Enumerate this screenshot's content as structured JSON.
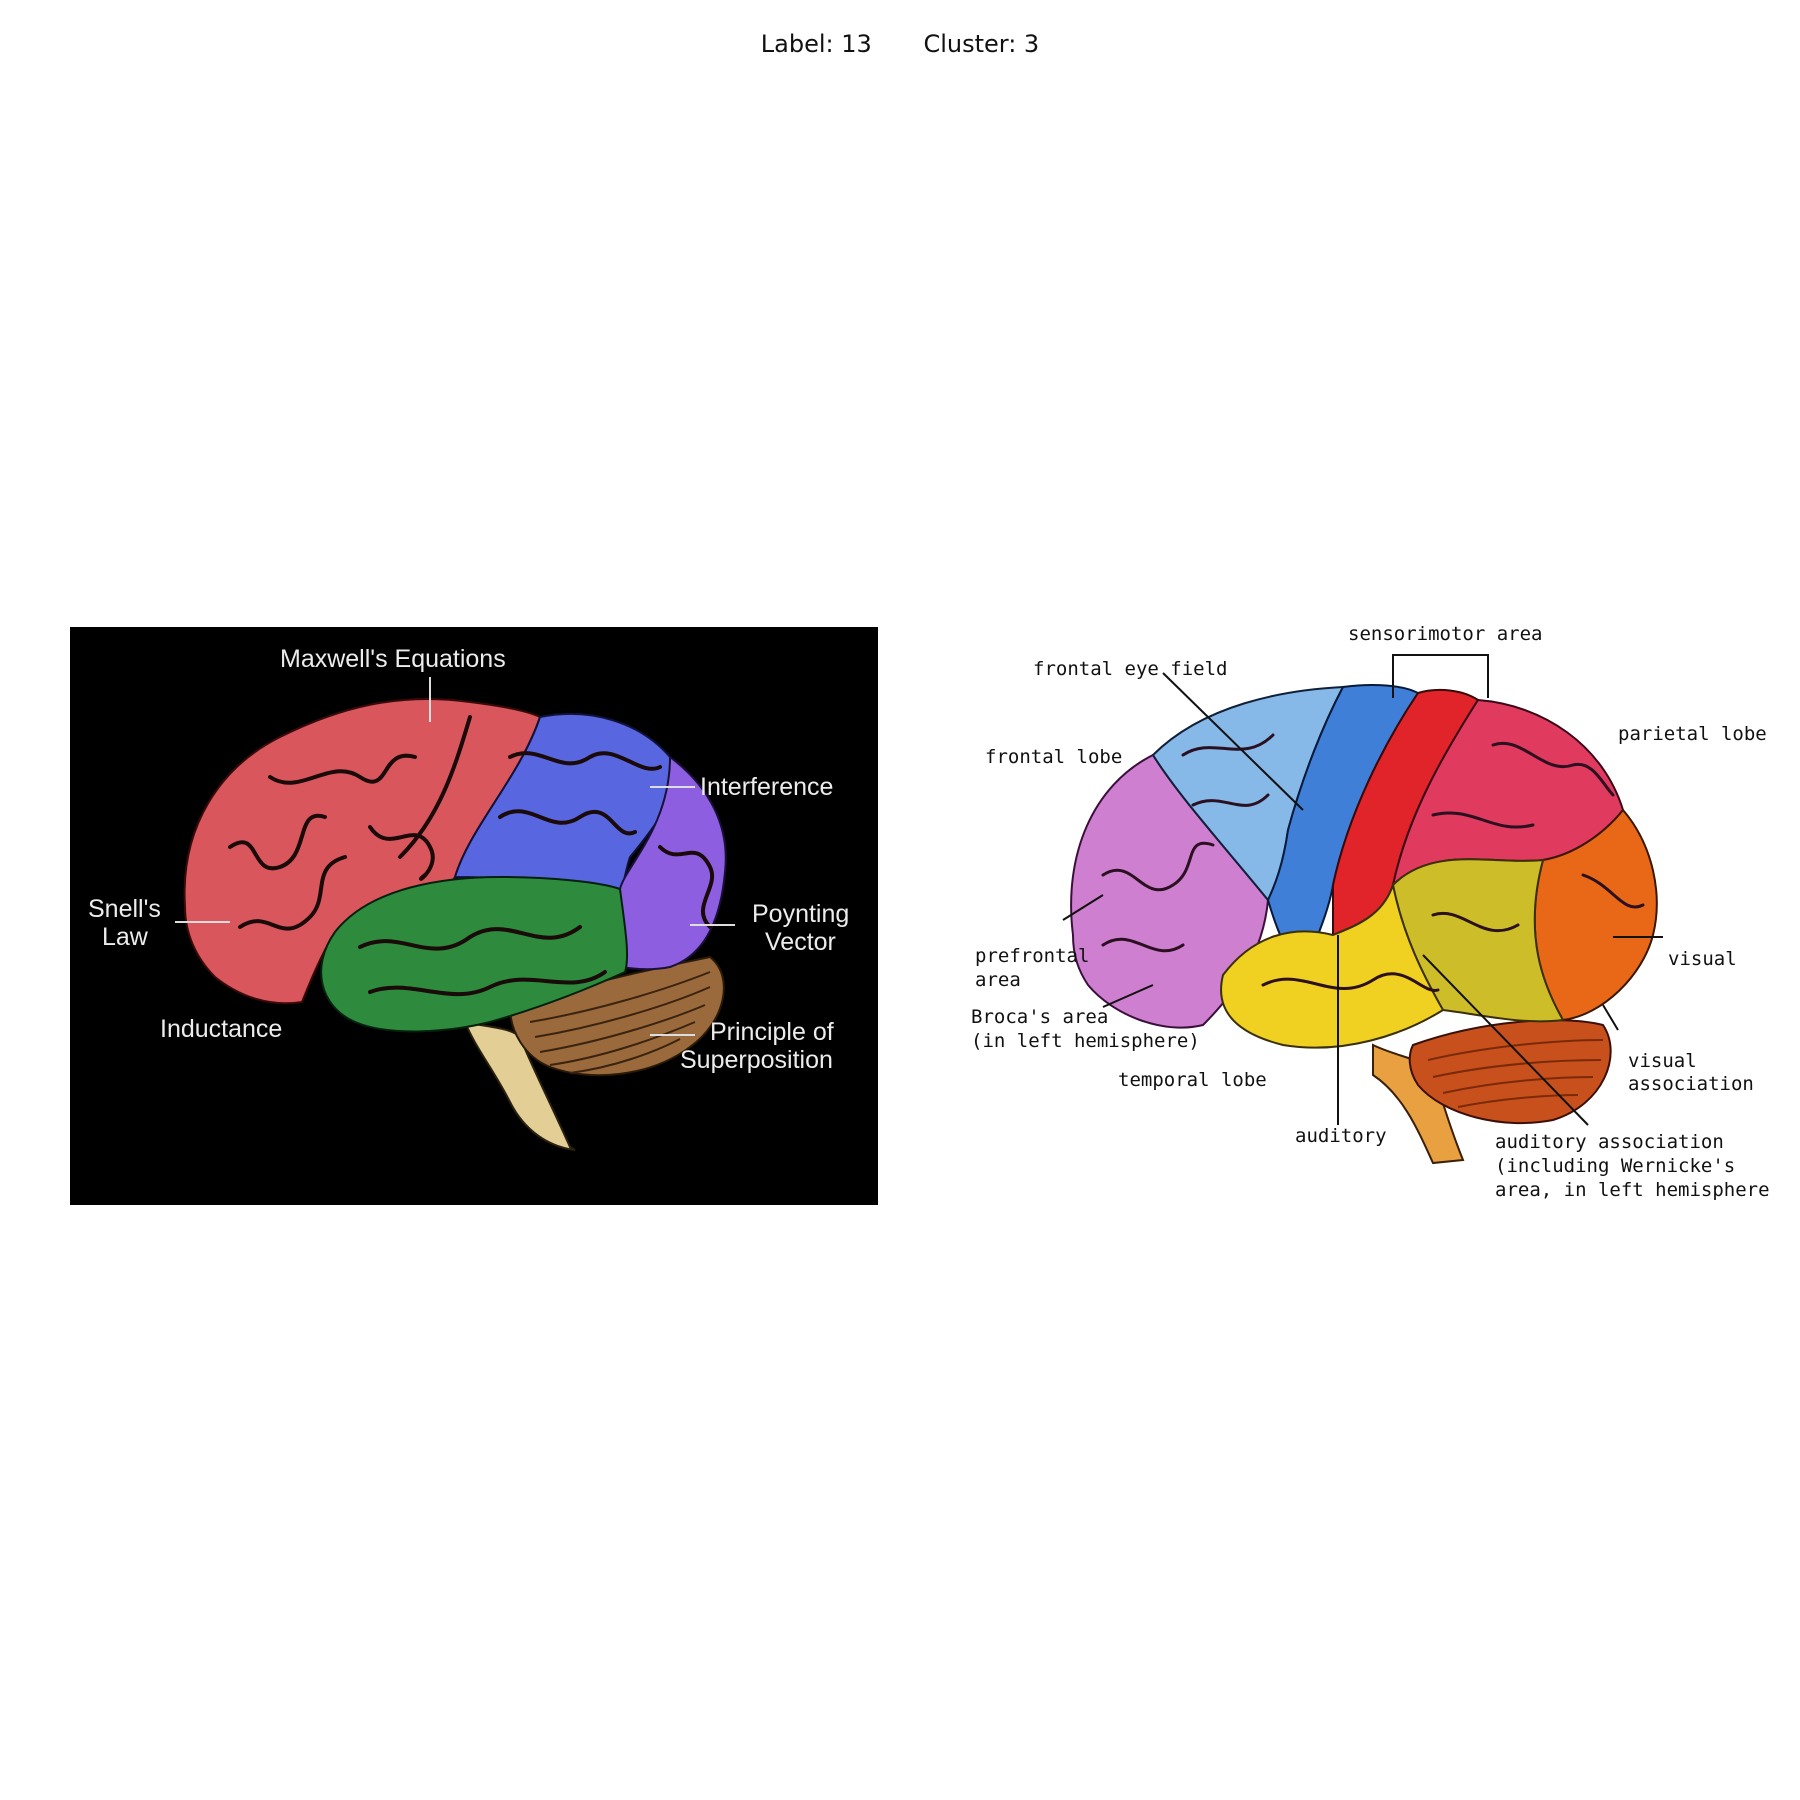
{
  "header": {
    "label_text": "Label: 13",
    "cluster_text": "Cluster: 3"
  },
  "left_diagram": {
    "background": "#000000",
    "labels": {
      "maxwell": "Maxwell's Equations",
      "interference": "Interference",
      "snells_1": "Snell's",
      "snells_2": "Law",
      "poynting_1": "Poynting",
      "poynting_2": "Vector",
      "inductance": "Inductance",
      "superposition_1": "Principle of",
      "superposition_2": "Superposition"
    },
    "colors": {
      "frontal": "#d9575c",
      "parietal": "#5867e0",
      "occipital": "#8d5fe0",
      "temporal": "#2e8a3c",
      "cerebellum": "#9b6a3c",
      "stem": "#e3cf96"
    }
  },
  "right_diagram": {
    "background": "#ffffff",
    "labels": {
      "sensorimotor": "sensorimotor area",
      "frontal_eye": "frontal eye field",
      "frontal_lobe": "frontal lobe",
      "parietal_lobe": "parietal lobe",
      "prefrontal_1": "prefrontal",
      "prefrontal_2": "area",
      "visual": "visual",
      "broca_1": "Broca's area",
      "broca_2": "(in left hemisphere)",
      "temporal_lobe": "temporal lobe",
      "visual_assoc_1": "visual",
      "visual_assoc_2": "association",
      "auditory": "auditory",
      "auditory_assoc_1": "auditory association",
      "auditory_assoc_2": "(including Wernicke's",
      "auditory_assoc_3": "area, in left hemisphere)"
    },
    "colors": {
      "prefrontal": "#cf7fcf",
      "frontal_eye": "#86b8e8",
      "motor": "#3f7fd8",
      "sensory": "#e0242a",
      "parietal": "#e03a5e",
      "temporal": "#f0d020",
      "auditory_assoc": "#cdbd28",
      "visual": "#e86818",
      "cerebellum": "#c8501c",
      "stem": "#e8a040"
    }
  }
}
